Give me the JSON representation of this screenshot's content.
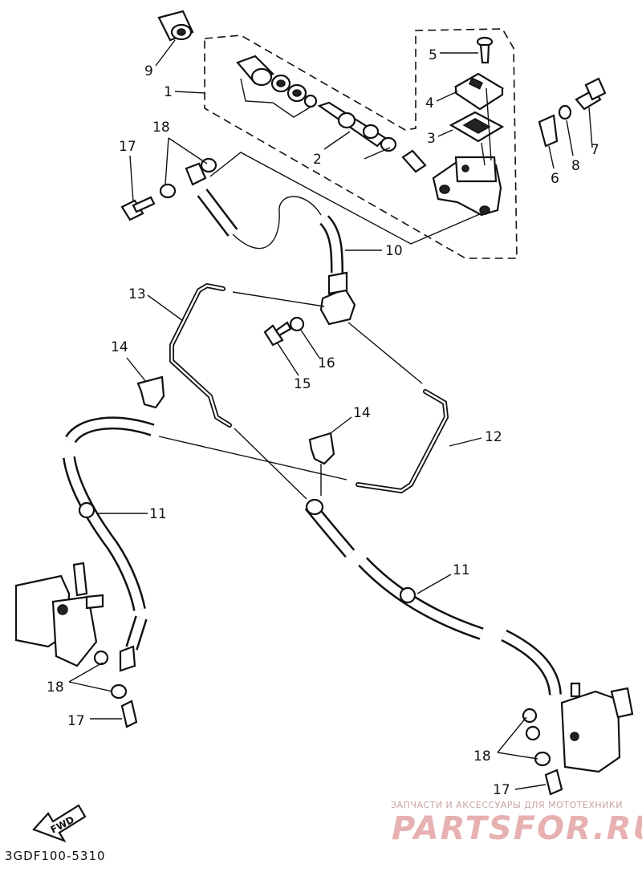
{
  "labels": {
    "n1": "1",
    "n2": "2",
    "n3": "3",
    "n4": "4",
    "n5": "5",
    "n6": "6",
    "n7": "7",
    "n8": "8",
    "n9": "9",
    "n10": "10",
    "n11a": "11",
    "n11b": "11",
    "n12": "12",
    "n13": "13",
    "n14a": "14",
    "n14b": "14",
    "n15": "15",
    "n16": "16",
    "n17a": "17",
    "n17b": "17",
    "n17c": "17",
    "n18a": "18",
    "n18b": "18",
    "n18c": "18"
  },
  "fwd_arrow": "FWD",
  "part_code": "3GDF100-5310",
  "watermark": {
    "caption": "ЗАПЧАСТИ И АКСЕССУАРЫ ДЛЯ МОТОТЕХНИКИ",
    "brand": "PARTSFOR.RU",
    "color": "#e7b1b1"
  }
}
